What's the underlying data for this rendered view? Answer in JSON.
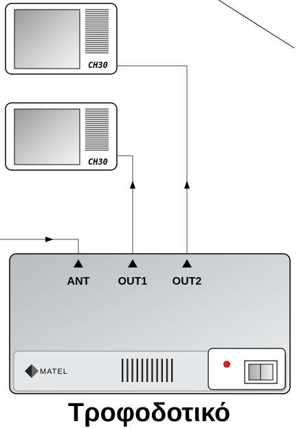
{
  "tvs": [
    {
      "channel_label": "CH30"
    },
    {
      "channel_label": "CH30"
    }
  ],
  "device": {
    "ports": [
      "ANT",
      "OUT1",
      "OUT2"
    ],
    "brand": "MATEL",
    "indicator_color": "#e02020"
  },
  "caption": "Τροφοδοτικό"
}
